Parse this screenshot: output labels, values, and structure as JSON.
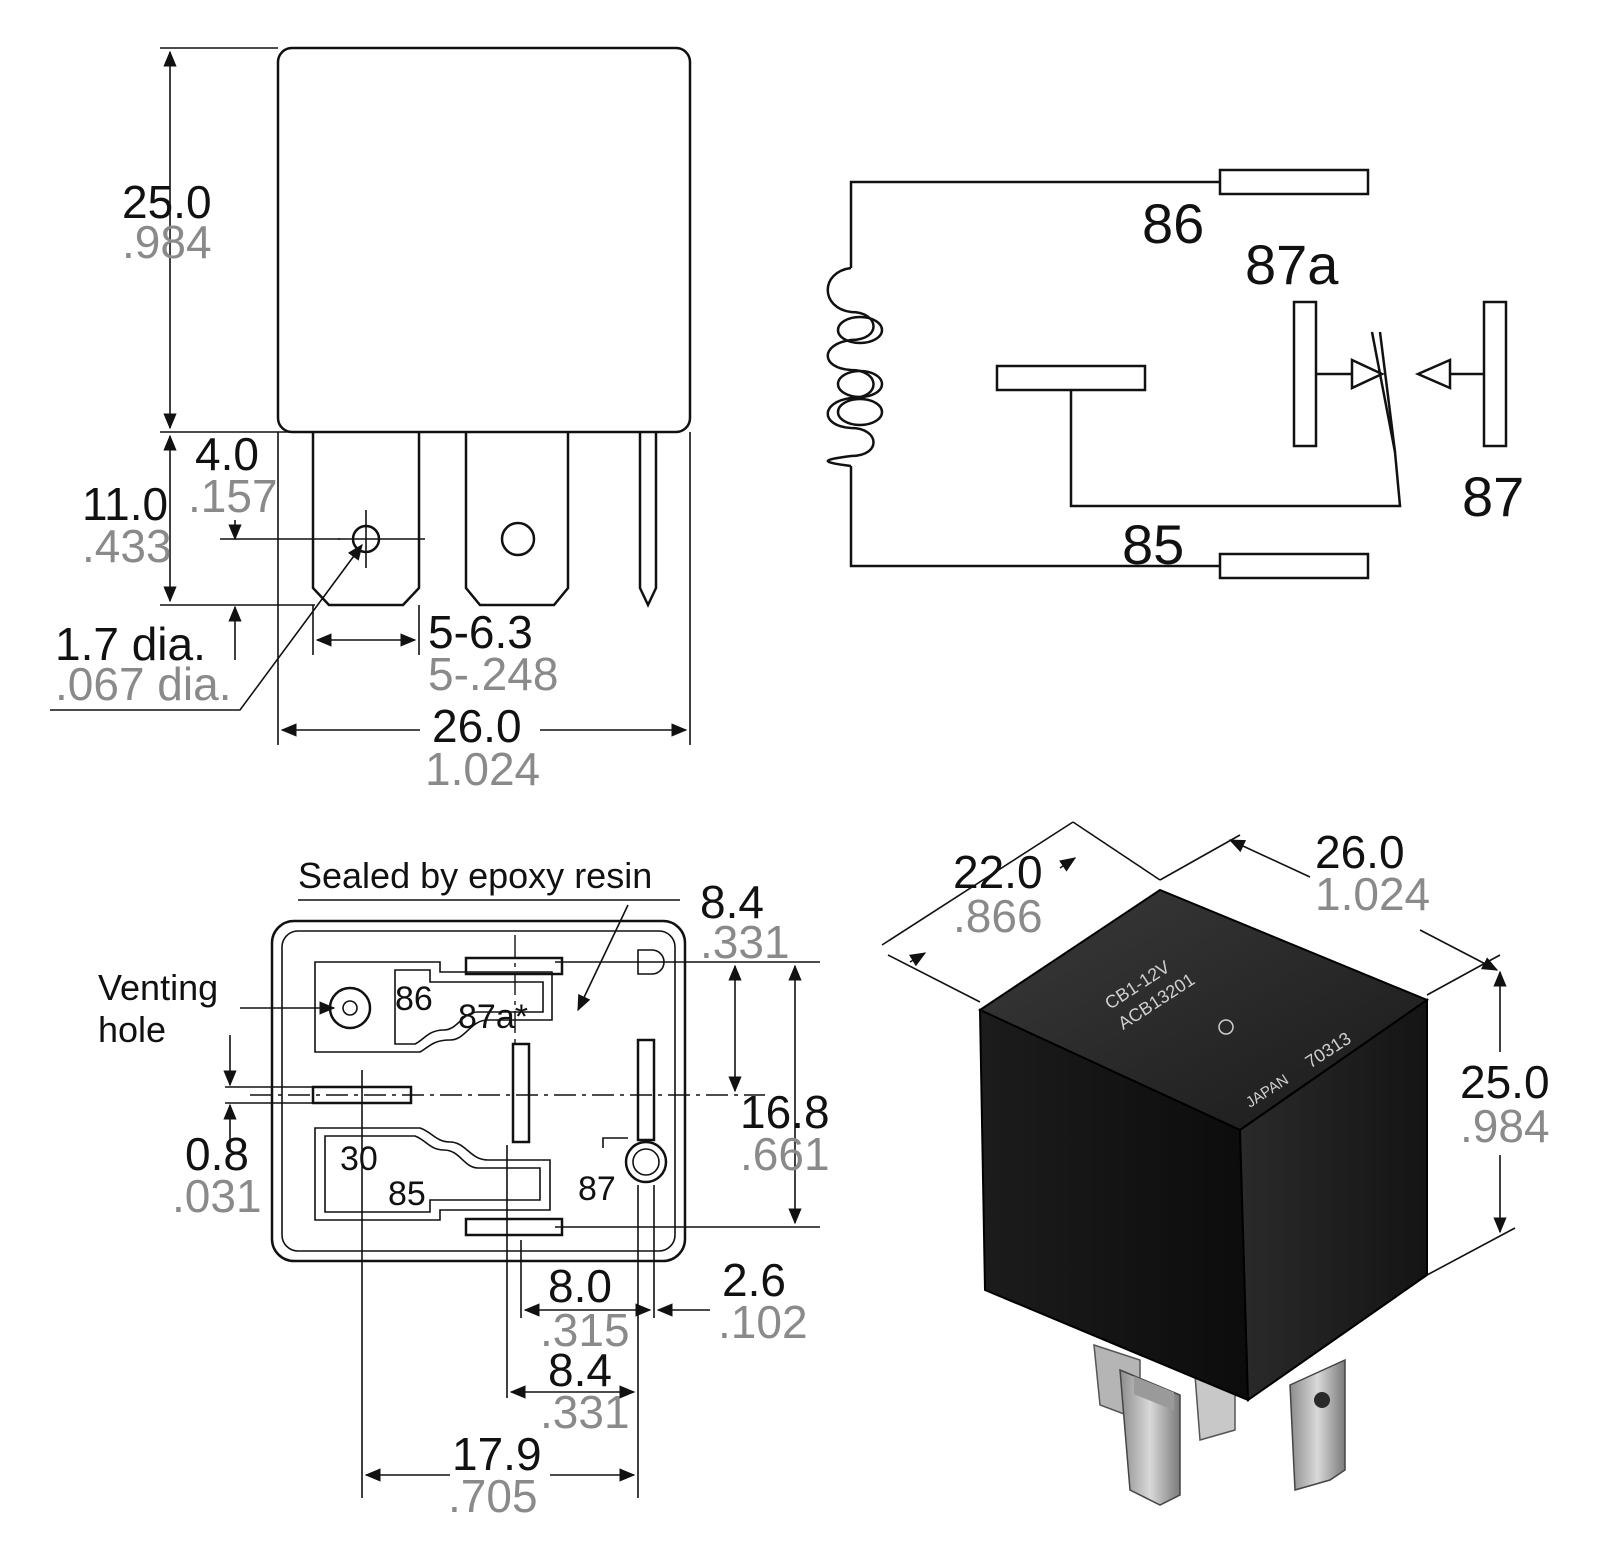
{
  "side_view": {
    "height_mm": "25.0",
    "height_in": ".984",
    "terminal_len_mm": "4.0",
    "terminal_len_in": ".157",
    "pin_len_mm": "11.0",
    "pin_len_in": ".433",
    "hole_mm": "1.7 dia.",
    "hole_in": ".067 dia.",
    "tab_width_mm": "5-6.3",
    "tab_width_in": "5-.248",
    "width_mm": "26.0",
    "width_in": "1.024"
  },
  "schematic": {
    "pin_86": "86",
    "pin_87a": "87a",
    "pin_87": "87",
    "pin_85": "85"
  },
  "bottom_view": {
    "sealed_label": "Sealed by epoxy resin",
    "venting_label_1": "Venting",
    "venting_label_2": "hole",
    "pins": {
      "p86": "86",
      "p87a": "87a*",
      "p30": "30",
      "p85": "85",
      "p87": "87"
    },
    "dim_84_top_mm": "8.4",
    "dim_84_top_in": ".331",
    "dim_168_mm": "16.8",
    "dim_168_in": ".661",
    "dim_08_mm": "0.8",
    "dim_08_in": ".031",
    "dim_80_mm": "8.0",
    "dim_80_in": ".315",
    "dim_26_mm": "2.6",
    "dim_26_in": ".102",
    "dim_84_bot_mm": "8.4",
    "dim_84_bot_in": ".331",
    "dim_179_mm": "17.9",
    "dim_179_in": ".705"
  },
  "photo": {
    "depth_mm": "22.0",
    "depth_in": ".866",
    "width_mm": "26.0",
    "width_in": "1.024",
    "height_mm": "25.0",
    "height_in": ".984",
    "print_line1": "CB1-12V",
    "print_line2": "ACB13201",
    "print_line3": "JAPAN",
    "print_line4": "70313"
  }
}
